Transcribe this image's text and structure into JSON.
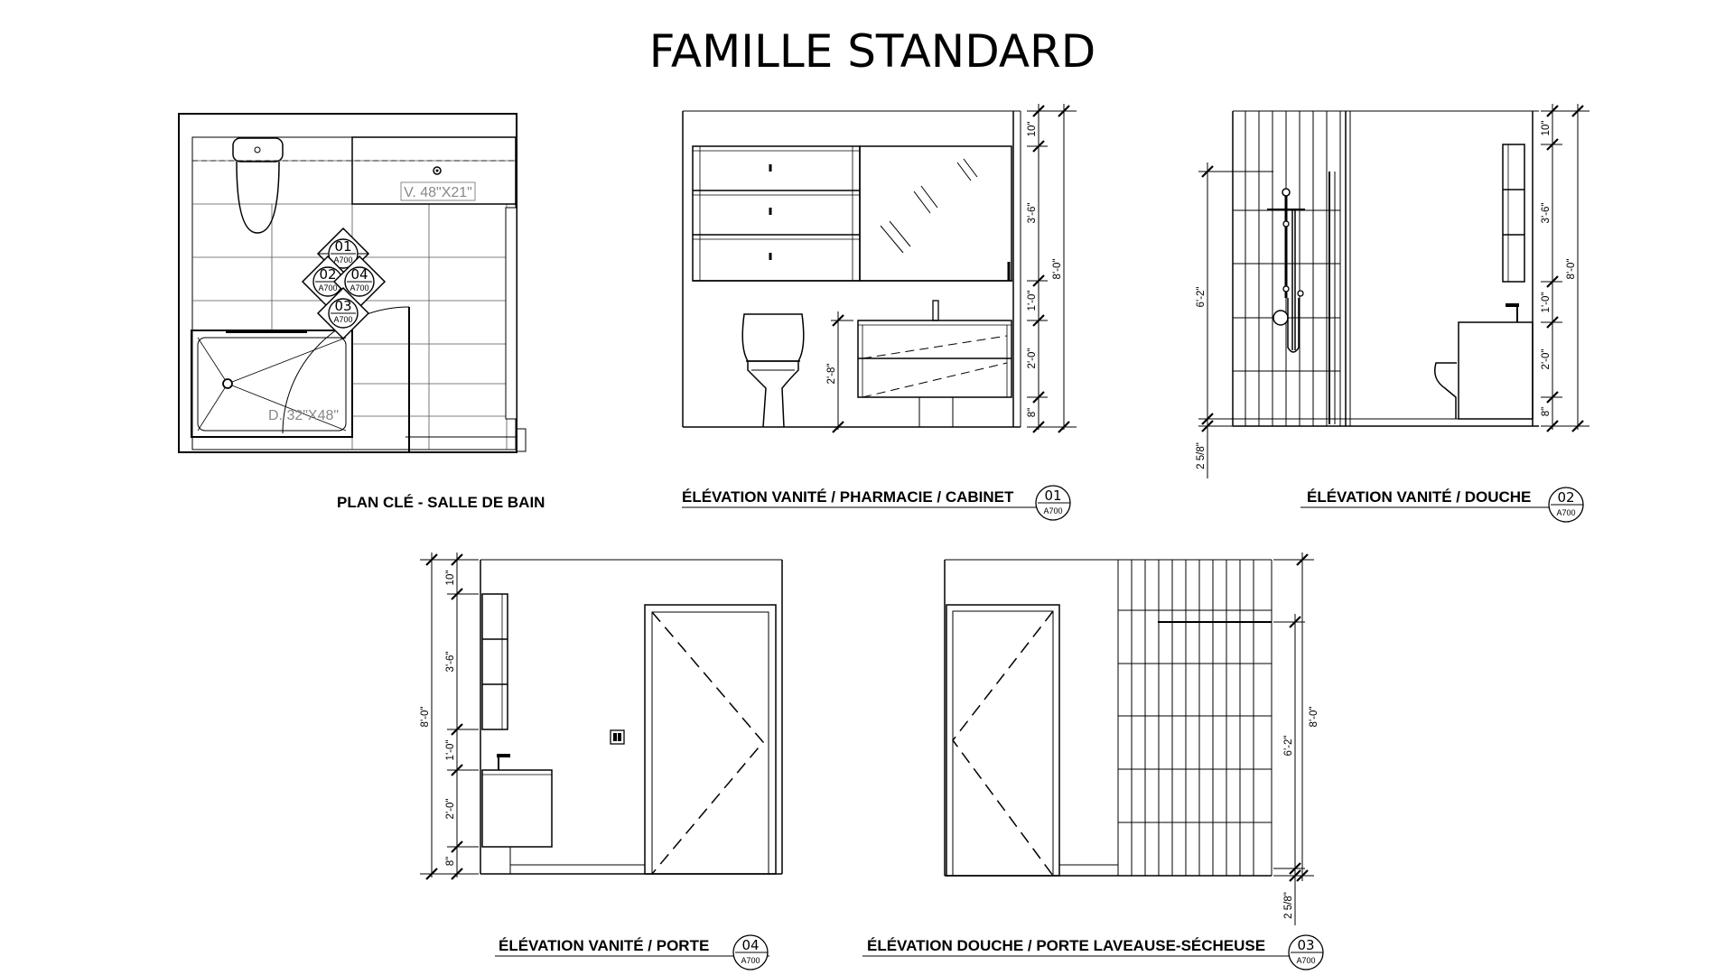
{
  "title": "FAMILLE STANDARD",
  "views": {
    "plan": {
      "caption": "PLAN CLÉ - SALLE DE BAIN",
      "vanity_label": "V. 48\"X21\"",
      "shower_label": "D. 32\"X48\"",
      "tags": [
        {
          "num": "01",
          "sheet": "A700"
        },
        {
          "num": "02",
          "sheet": "A700"
        },
        {
          "num": "04",
          "sheet": "A700"
        },
        {
          "num": "03",
          "sheet": "A700"
        }
      ]
    },
    "elev01": {
      "caption": "ÉLÉVATION VANITÉ / PHARMACIE / CABINET",
      "tag": {
        "num": "01",
        "sheet": "A700"
      },
      "dims": {
        "d10": "10\"",
        "d36": "3'-6\"",
        "d10b": "1'-0\"",
        "d20": "2'-0\"",
        "d8": "8\"",
        "total": "8'-0\"",
        "d28": "2'-8\""
      }
    },
    "elev02": {
      "caption": "ÉLÉVATION VANITÉ / DOUCHE",
      "tag": {
        "num": "02",
        "sheet": "A700"
      },
      "dims": {
        "d10": "10\"",
        "d36": "3'-6\"",
        "d10b": "1'-0\"",
        "d20": "2'-0\"",
        "d8": "8\"",
        "total": "8'-0\"",
        "d62": "6'-2\"",
        "d258": "2 5/8\""
      }
    },
    "elev04": {
      "caption": "ÉLÉVATION VANITÉ / PORTE",
      "tag": {
        "num": "04",
        "sheet": "A700"
      },
      "dims": {
        "d10": "10\"",
        "d36": "3'-6\"",
        "d10b": "1'-0\"",
        "d20": "2'-0\"",
        "d8": "8\"",
        "total": "8'-0\""
      }
    },
    "elev03": {
      "caption": "ÉLÉVATION DOUCHE / PORTE LAVEAUSE-SÉCHEUSE",
      "tag": {
        "num": "03",
        "sheet": "A700"
      },
      "dims": {
        "d62": "6'-2\"",
        "total": "8'-0\"",
        "d258": "2 5/8\""
      }
    }
  }
}
